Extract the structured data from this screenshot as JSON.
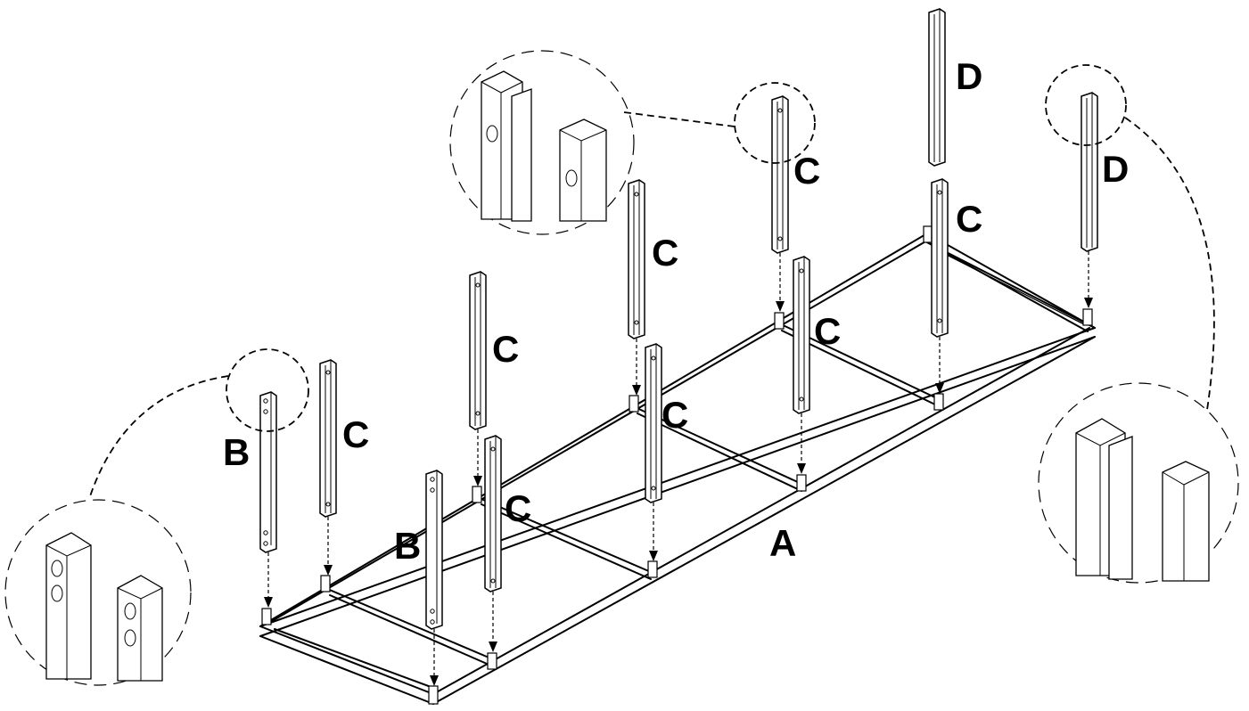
{
  "labels": {
    "frame": "A",
    "b1": "B",
    "b2": "B",
    "c1": "C",
    "c2": "C",
    "c3": "C",
    "c4": "C",
    "c5": "C",
    "c6": "C",
    "c7": "C",
    "c8": "C",
    "d1": "D",
    "d2": "D"
  }
}
